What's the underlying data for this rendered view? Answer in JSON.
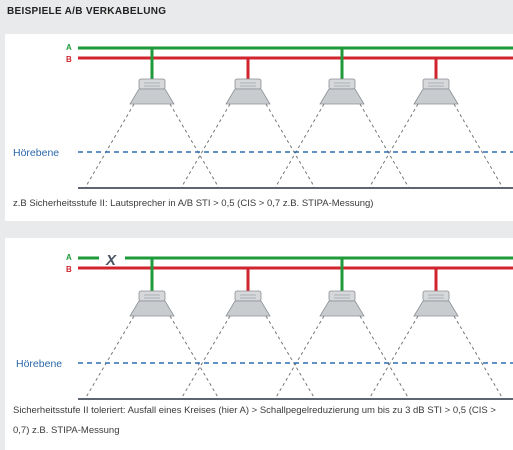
{
  "heading": "BEISPIELE A/B VERKABELUNG",
  "colors": {
    "lineA": "#1f9a3a",
    "lineB": "#d0242f",
    "plane": "#2f6fb0",
    "floor": "#5d6670",
    "cone": "#777777",
    "cross": "#4a5563"
  },
  "panel1": {
    "lineA_label": "A",
    "lineB_label": "B",
    "plane_label": "Hörebene",
    "speaker_circuits": [
      "A",
      "B",
      "A",
      "B"
    ],
    "caption": "z.B Sicherheitsstufe II: Lautsprecher in A/B STI > 0,5  (CIS > 0,7 z.B. STIPA-Messung)"
  },
  "panel2": {
    "lineA_label": "A",
    "lineB_label": "B",
    "break_mark": "X",
    "plane_label": "Hörebene",
    "speaker_circuits": [
      "A",
      "B",
      "A",
      "B"
    ],
    "caption": "Sicherheitsstufe II toleriert: Ausfall eines Kreises (hier A) > Schallpegelreduzierung um bis zu 3 dB STI > 0,5  (CIS > 0,7) z.B. STIPA-Messung"
  }
}
